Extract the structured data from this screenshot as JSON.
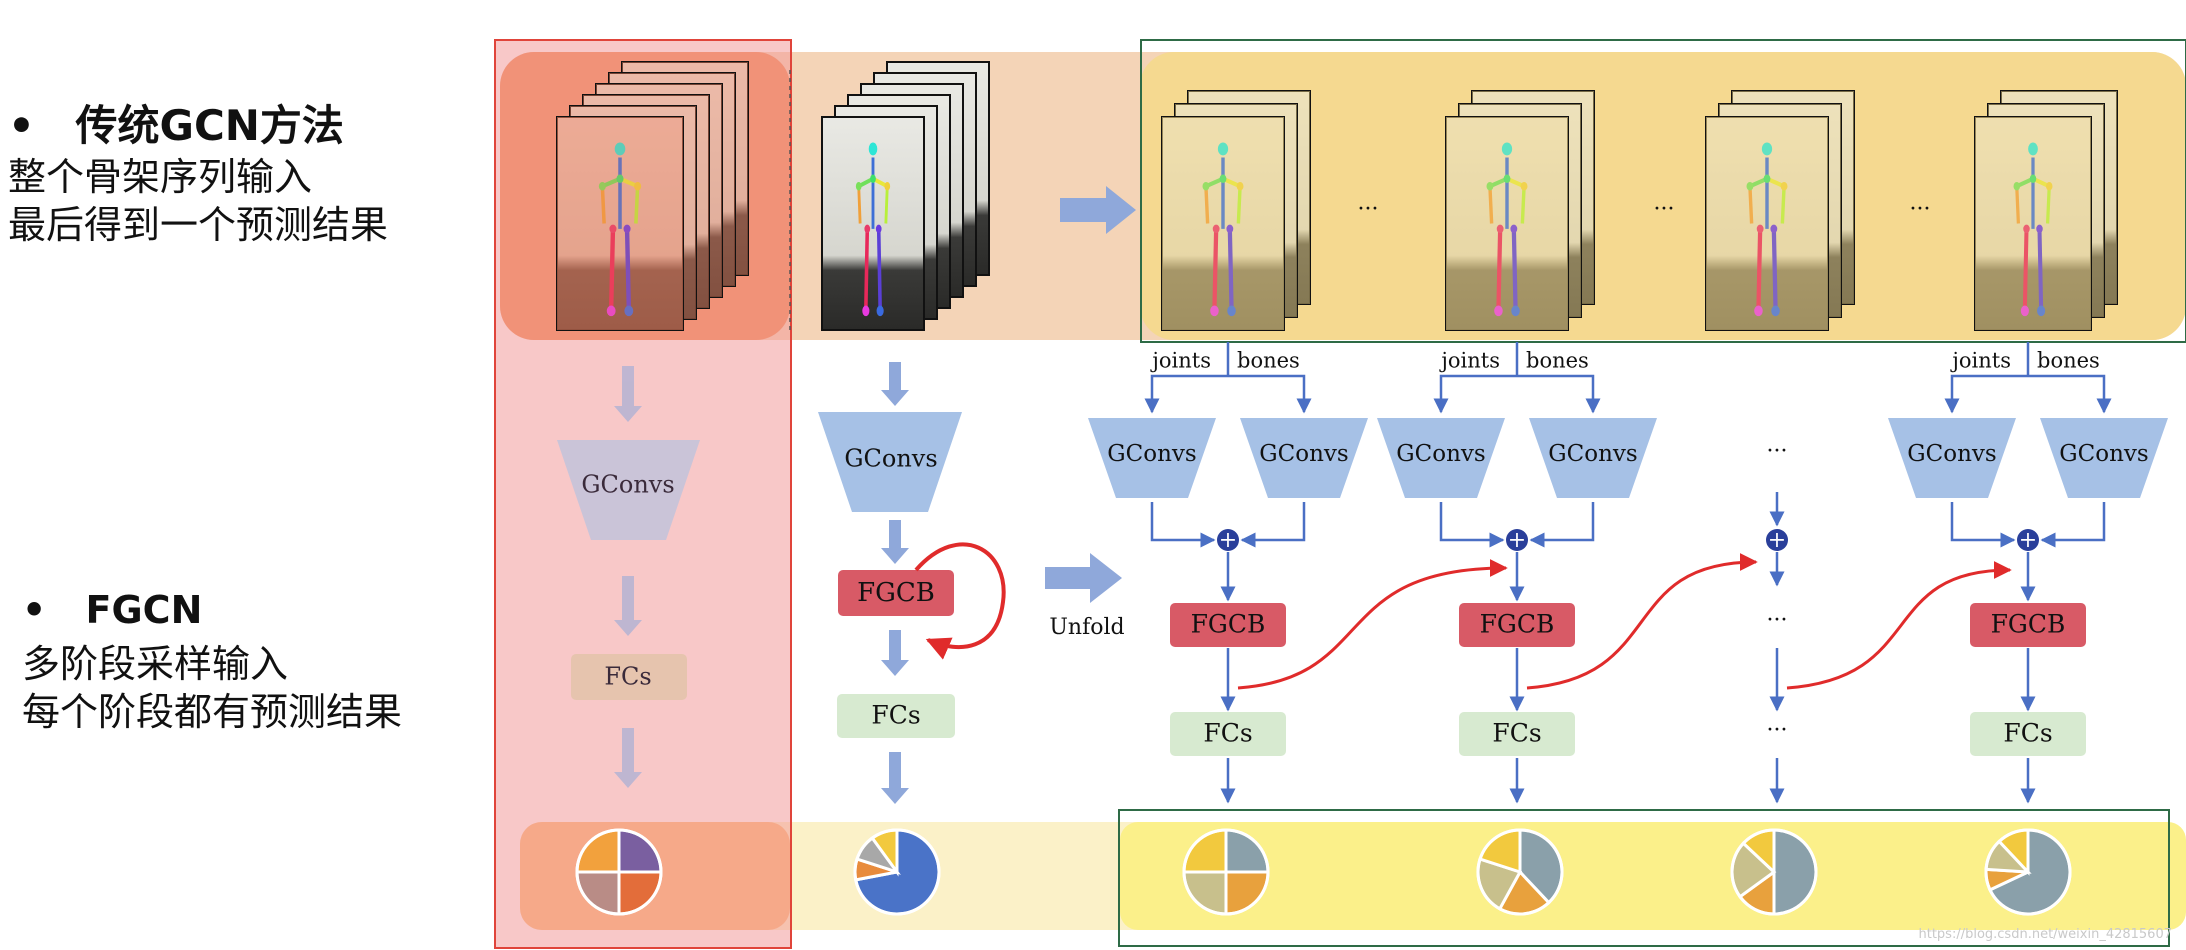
{
  "methods": [
    {
      "title": "传统GCN方法",
      "lines": [
        "整个骨架序列输入",
        "最后得到一个预测结果"
      ]
    },
    {
      "title": "FGCN",
      "lines": [
        "多阶段采样输入",
        "每个阶段都有预测结果"
      ]
    }
  ],
  "bullet": "•",
  "labels": {
    "gconvs": "GConvs",
    "fgcb": "FGCB",
    "fcs": "FCs",
    "joints": "joints",
    "bones": "bones",
    "unfold": "Unfold",
    "ellipsis": "···",
    "plus": "+"
  },
  "watermark": "https://blog.csdn.net/weixin_42815607",
  "colors": {
    "red_box": "#e0443a",
    "green_box": "#2e6b46",
    "arrow_blue": "#4a6fc4",
    "arrow_light": "#8fa8da",
    "trapezoid_blue": "#a6c1e6",
    "fgcb_red": "#d85a66",
    "fcs_green": "#d7ead0",
    "recurrent_red": "#e02b2b"
  },
  "pies": [
    {
      "name": "traditional",
      "slices": [
        {
          "v": 25,
          "c": "#7a5fa0"
        },
        {
          "v": 25,
          "c": "#e36d3a"
        },
        {
          "v": 25,
          "c": "#b98c86"
        },
        {
          "v": 25,
          "c": "#f2a13d"
        }
      ]
    },
    {
      "name": "fgcn-whole",
      "slices": [
        {
          "v": 72,
          "c": "#4a73c8"
        },
        {
          "v": 8,
          "c": "#e88b3c"
        },
        {
          "v": 10,
          "c": "#a8a8a8"
        },
        {
          "v": 10,
          "c": "#f2c93e"
        }
      ]
    },
    {
      "name": "stage-1",
      "slices": [
        {
          "v": 25,
          "c": "#8aa0aa"
        },
        {
          "v": 25,
          "c": "#e8a13d"
        },
        {
          "v": 25,
          "c": "#c8c08c"
        },
        {
          "v": 25,
          "c": "#f2c93e"
        }
      ]
    },
    {
      "name": "stage-2",
      "slices": [
        {
          "v": 38,
          "c": "#8aa0aa"
        },
        {
          "v": 20,
          "c": "#e8a13d"
        },
        {
          "v": 22,
          "c": "#c8c08c"
        },
        {
          "v": 20,
          "c": "#f2c93e"
        }
      ]
    },
    {
      "name": "stage-3",
      "slices": [
        {
          "v": 50,
          "c": "#8aa0aa"
        },
        {
          "v": 15,
          "c": "#e8a13d"
        },
        {
          "v": 22,
          "c": "#c8c08c"
        },
        {
          "v": 13,
          "c": "#f2c93e"
        }
      ]
    },
    {
      "name": "stage-4",
      "slices": [
        {
          "v": 68,
          "c": "#8aa0aa"
        },
        {
          "v": 8,
          "c": "#e8a13d"
        },
        {
          "v": 12,
          "c": "#c8c08c"
        },
        {
          "v": 12,
          "c": "#f2c93e"
        }
      ]
    }
  ]
}
